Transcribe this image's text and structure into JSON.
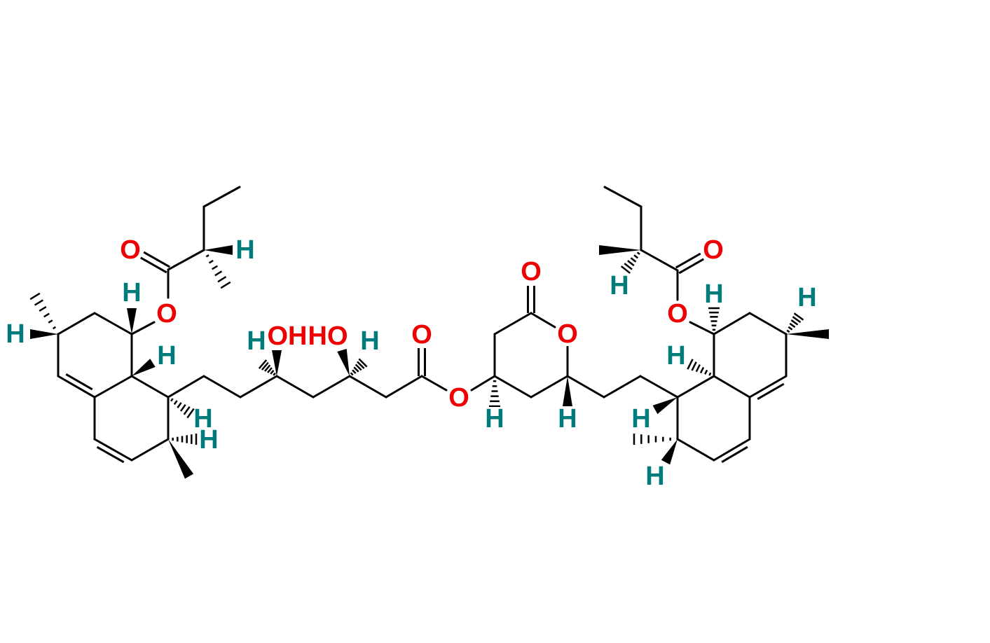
{
  "title": "Simvastatin-like dimer structure (two hexahydronaphthalene ester units linked via dihydroxy acid ester and lactone)",
  "colors": {
    "oxygen": "#ee0000",
    "hydrogen": "#007b7b",
    "bond": "#000000"
  },
  "labels": [
    "O",
    "H",
    "H",
    "O",
    "H",
    "H",
    "H",
    "H",
    "H",
    "OH",
    "HO",
    "H",
    "O",
    "O",
    "H",
    "O",
    "O",
    "H",
    "H",
    "O",
    "O",
    "H",
    "H",
    "H",
    "H",
    "H"
  ]
}
